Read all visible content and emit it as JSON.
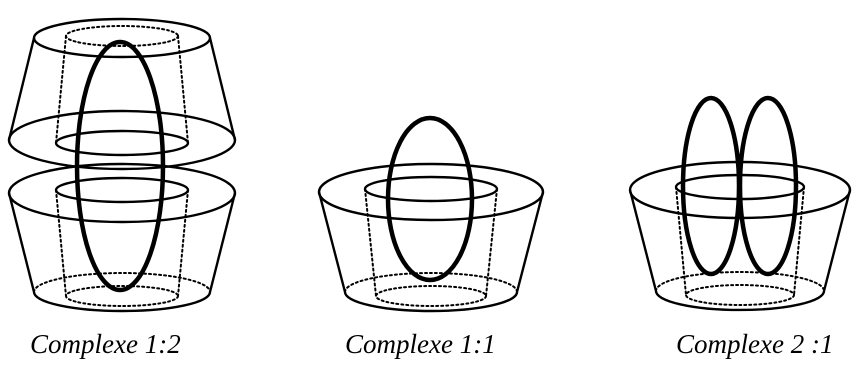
{
  "captions": {
    "one_to_two": "Complexe 1:2",
    "one_to_one": "Complexe 1:1",
    "two_to_one": "Complexe 2 :1"
  }
}
